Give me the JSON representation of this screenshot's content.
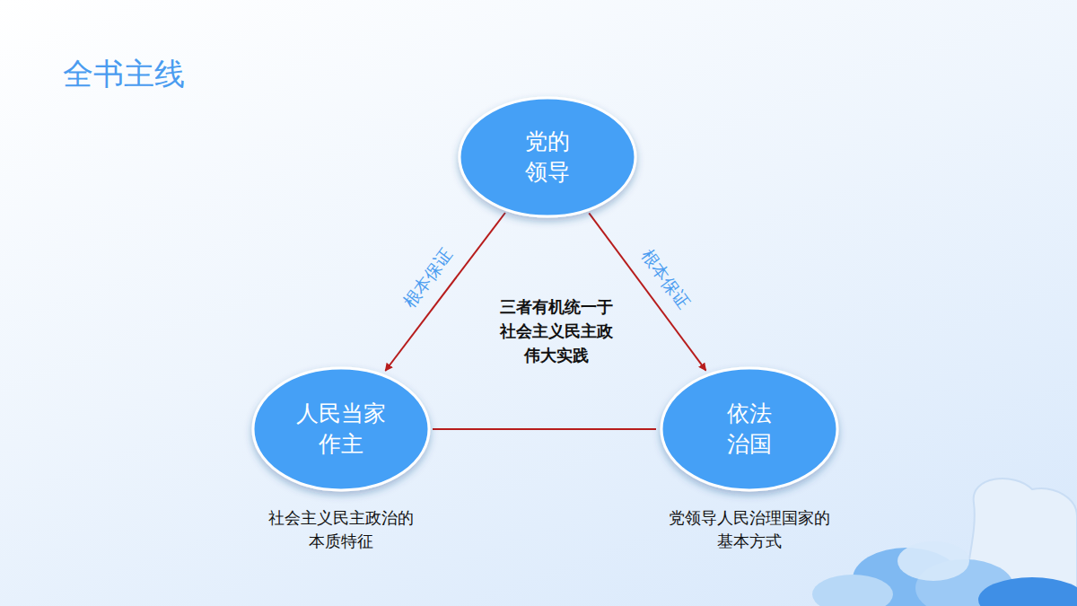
{
  "diagram": {
    "title": "全书主线",
    "nodes": [
      {
        "text": [
          "党的 领导"
        ]
      },
      {
        "text": [
          "人民当家 作主",
          "社会主义民主政治的 本质特征"
        ]
      },
      {
        "text": [
          "依法 治国",
          "党领导人民治理国家的 基本方式"
        ]
      }
    ],
    "edges": [
      {
        "from": 0,
        "to": 1,
        "arrow": "to",
        "label": "根本保证"
      },
      {
        "from": 0,
        "to": 2,
        "arrow": "to",
        "label": "根本保证"
      },
      {
        "from": 1,
        "to": 2,
        "arrow": "none"
      }
    ],
    "labels": [
      "三者有机统一于 社会主义民主政 伟大实践"
    ]
  }
}
